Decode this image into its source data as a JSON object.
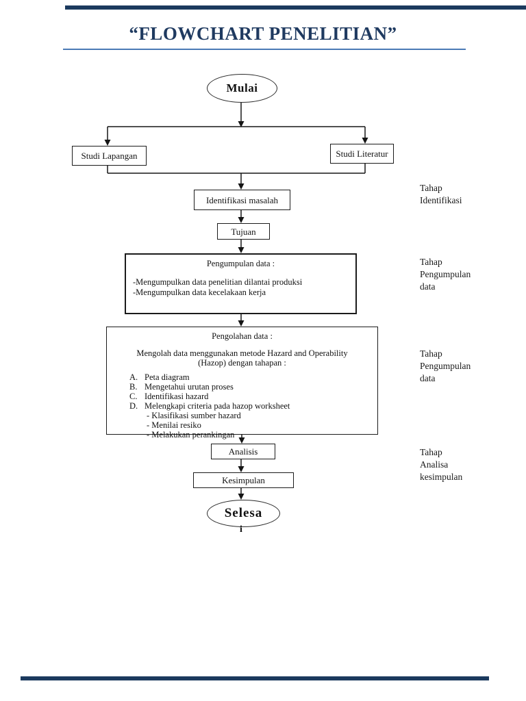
{
  "page": {
    "title": "“FLOWCHART PENELITIAN”",
    "title_color": "#1f3a60",
    "underline_color": "#4a7ab5",
    "bar_color": "#1b3a5e"
  },
  "flowchart": {
    "start_label": "Mulai",
    "studi_lapangan": "Studi Lapangan",
    "studi_literatur": "Studi Literatur",
    "identifikasi": "Identifikasi masalah",
    "tujuan": "Tujuan",
    "pengumpulan": {
      "heading": "Pengumpulan data :",
      "items": [
        "-Mengumpulkan data penelitian dilantai produksi",
        "-Mengumpulkan data kecelakaan kerja"
      ]
    },
    "pengolahan": {
      "heading": "Pengolahan data :",
      "intro_line1": "Mengolah data menggunakan metode Hazard and Operability",
      "intro_line2": "(Hazop) dengan tahapan :",
      "list_markers": [
        "A.",
        "B.",
        "C.",
        "D."
      ],
      "list": [
        "Peta diagram",
        "Mengetahui urutan proses",
        "Identifikasi hazard",
        "Melengkapi criteria pada hazop worksheet"
      ],
      "sublist": [
        "- Klasifikasi sumber hazard",
        "- Menilai resiko",
        "- Melakukan perankingan"
      ]
    },
    "analisis": "Analisis",
    "kesimpulan": "Kesimpulan",
    "end_line1": "Selesa",
    "end_line2": "i"
  },
  "stage_labels": [
    {
      "lines": [
        "Tahap",
        "Identifikasi"
      ]
    },
    {
      "lines": [
        "Tahap",
        "Pengumpulan",
        "data"
      ]
    },
    {
      "lines": [
        "Tahap",
        "Pengumpulan",
        "data"
      ]
    },
    {
      "lines": [
        "Tahap",
        "Analisa",
        "kesimpulan"
      ]
    }
  ]
}
